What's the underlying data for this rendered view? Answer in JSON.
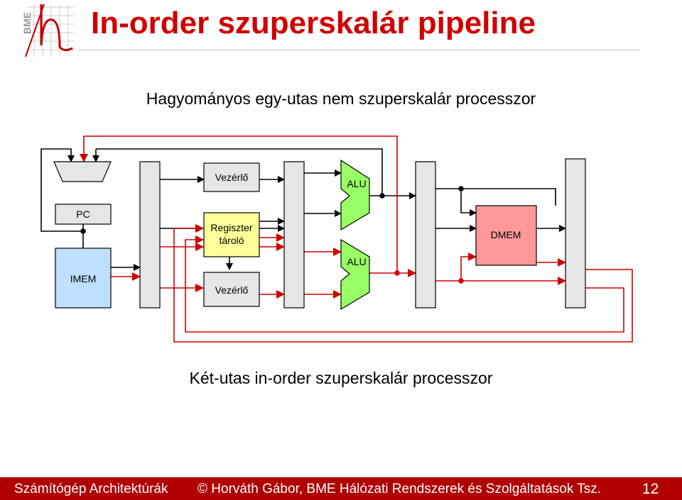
{
  "logo": {
    "text": "BME"
  },
  "title": "In-order szuperskalár pipeline",
  "subtitle_top": "Hagyományos egy-utas nem szuperskalár processzor",
  "subtitle_bottom": "Két-utas in-order szuperskalár processzor",
  "diagram": {
    "pc": "PC",
    "imem": "IMEM",
    "control_top": "Vezérlő",
    "regfile_line1": "Regiszter",
    "regfile_line2": "tároló",
    "control_bottom": "Vezérlő",
    "alu_top": "ALU",
    "alu_bottom": "ALU",
    "dmem": "DMEM"
  },
  "colors": {
    "title": "#d00000",
    "footer_bg": "#b00000",
    "red_path": "#d00000",
    "imem_fill": "#bfe0ff",
    "regfile_fill": "#ffff99",
    "alu_fill": "#99ff66",
    "dmem_fill": "#ff9999",
    "box_gray": "#e6e6e6"
  },
  "footer": {
    "course": "Számítógép Architektúrák",
    "copyright": "© Horváth Gábor, BME Hálózati Rendszerek és Szolgáltatások Tsz.",
    "page": "12"
  }
}
